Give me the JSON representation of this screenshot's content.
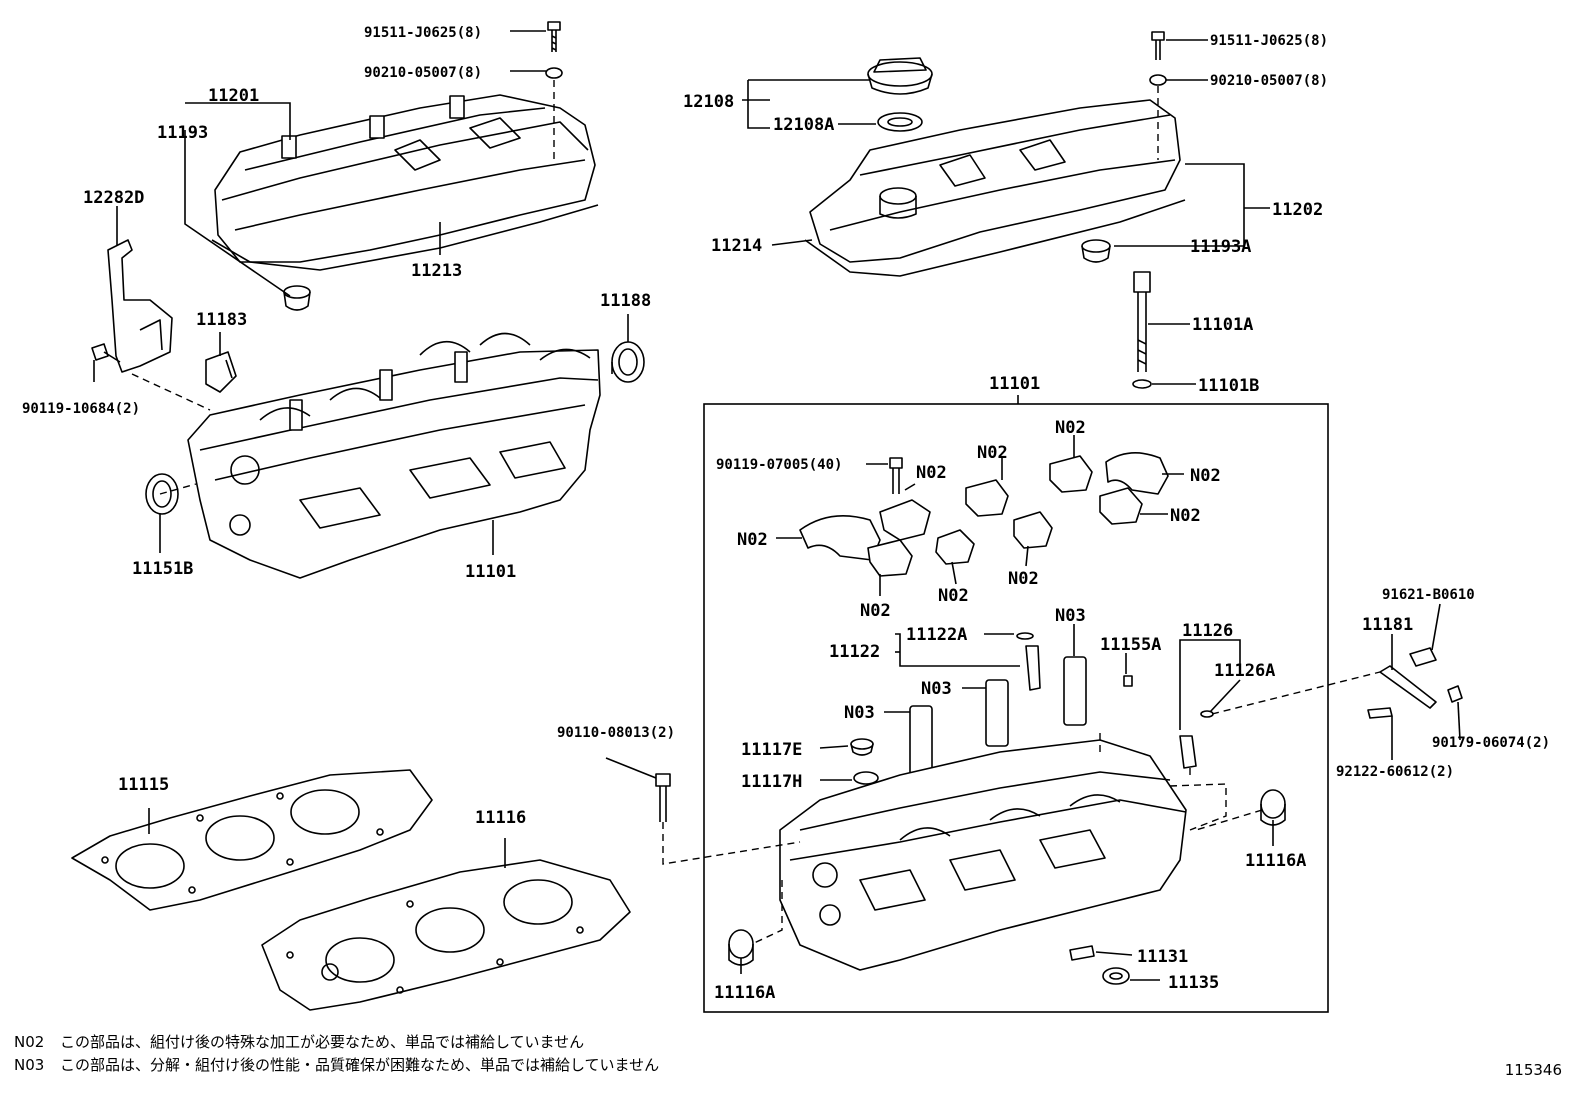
{
  "labels": {
    "l_91511_left": "91511-J0625(8)",
    "l_90210_left": "90210-05007(8)",
    "l_11201": "11201",
    "l_11193": "11193",
    "l_12282d": "12282D",
    "l_11213": "11213",
    "l_11188": "11188",
    "l_11183": "11183",
    "l_90119_10684": "90119-10684(2)",
    "l_11151b": "11151B",
    "l_11101_left": "11101",
    "l_12108": "12108",
    "l_12108a": "12108A",
    "l_91511_right": "91511-J0625(8)",
    "l_90210_right": "90210-05007(8)",
    "l_11202": "11202",
    "l_11214": "11214",
    "l_11193a": "11193A",
    "l_11101a": "11101A",
    "l_11101b": "11101B",
    "l_11101_box": "11101",
    "l_90119_07005": "90119-07005(40)",
    "l_n02_a": "N02",
    "l_n02_b": "N02",
    "l_n02_c": "N02",
    "l_n02_d": "N02",
    "l_n02_e": "N02",
    "l_n02_f": "N02",
    "l_n02_g": "N02",
    "l_n02_h": "N02",
    "l_n02_i": "N02",
    "l_n03_a": "N03",
    "l_n03_b": "N03",
    "l_n03_c": "N03",
    "l_11122": "11122",
    "l_11122a": "11122A",
    "l_11155a": "11155A",
    "l_11126": "11126",
    "l_11126a": "11126A",
    "l_11117e": "11117E",
    "l_11117h": "11117H",
    "l_91621": "91621-B0610",
    "l_11181": "11181",
    "l_90179": "90179-06074(2)",
    "l_92122": "92122-60612(2)",
    "l_90110": "90110-08013(2)",
    "l_11115": "11115",
    "l_11116": "11116",
    "l_11116a_right": "11116A",
    "l_11116a_bottom": "11116A",
    "l_11131": "11131",
    "l_11135": "11135"
  },
  "notes": [
    {
      "code": "N02",
      "text": "この部品は、組付け後の特殊な加工が必要なため、単品では補給していません"
    },
    {
      "code": "N03",
      "text": "この部品は、分解・組付け後の性能・品質確保が困難なため、単品では補給していません"
    }
  ],
  "figure_number": "115346"
}
